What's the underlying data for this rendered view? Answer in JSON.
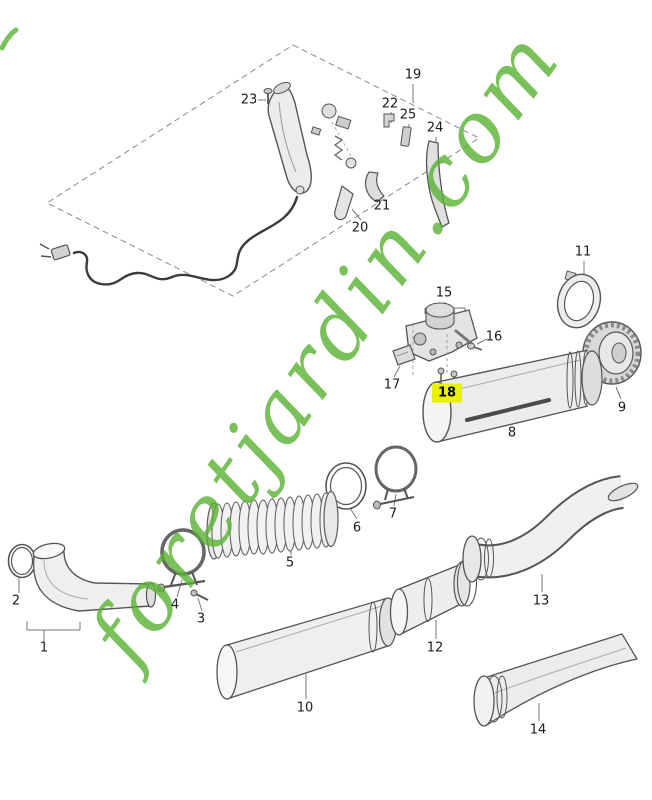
{
  "watermark": {
    "text": "foretjardin.com",
    "color": "#5ab233"
  },
  "highlight": {
    "selected_part": "18",
    "color": "#e9f200"
  },
  "part_numbers": [
    "1",
    "2",
    "3",
    "4",
    "5",
    "6",
    "7",
    "8",
    "9",
    "10",
    "11",
    "12",
    "13",
    "14",
    "15",
    "16",
    "17",
    "18",
    "19",
    "20",
    "21",
    "22",
    "23",
    "24",
    "25"
  ]
}
